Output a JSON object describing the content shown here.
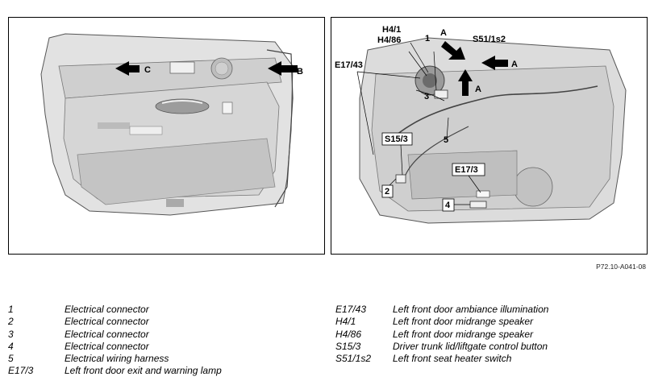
{
  "figure_code": "P72.10-A041-08",
  "left_panel": {
    "callouts": {
      "b": "B",
      "c": "C"
    }
  },
  "right_panel": {
    "callouts": {
      "h41": "H4/1",
      "h486": "H4/86",
      "n1": "1",
      "a_top": "A",
      "s51": "S51/1s2",
      "e1743": "E17/43",
      "a_right": "A",
      "n3": "3",
      "a_mid": "A",
      "n5": "5",
      "s153": "S15/3",
      "e173": "E17/3",
      "n2": "2",
      "n4": "4"
    }
  },
  "legend": {
    "left": [
      {
        "key": "1",
        "desc": "Electrical connector"
      },
      {
        "key": "2",
        "desc": "Electrical connector"
      },
      {
        "key": "3",
        "desc": "Electrical connector"
      },
      {
        "key": "4",
        "desc": "Electrical connector"
      },
      {
        "key": "5",
        "desc": "Electrical wiring harness"
      },
      {
        "key": "E17/3",
        "desc": "Left front door exit and warning lamp"
      }
    ],
    "right": [
      {
        "key": "E17/43",
        "desc": "Left front door ambiance illumination"
      },
      {
        "key": "H4/1",
        "desc": "Left front door midrange speaker"
      },
      {
        "key": "H4/86",
        "desc": "Left front door midrange speaker"
      },
      {
        "key": "S15/3",
        "desc": "Driver trunk lid/liftgate control button"
      },
      {
        "key": "S51/1s2",
        "desc": "Left front seat heater switch"
      }
    ]
  }
}
